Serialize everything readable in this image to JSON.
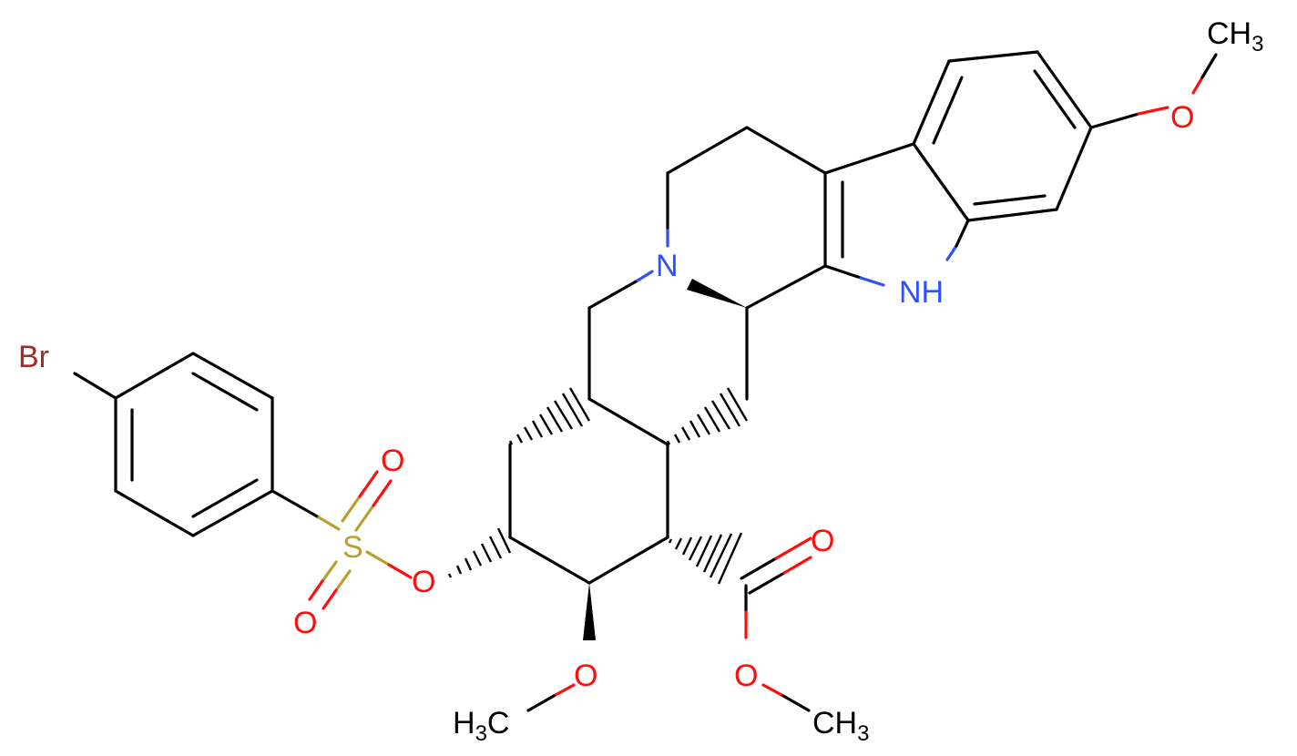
{
  "molecule": {
    "colors": {
      "bond": "#000000",
      "O": "#ff0d0d",
      "N": "#3050f8",
      "S": "#b8a030",
      "Br": "#a62929",
      "C": "#000000"
    },
    "labels": {
      "br": "Br",
      "s": "S",
      "o_sulfonyl_top": "O",
      "o_sulfonyl_bottom": "O",
      "o_ester_link": "O",
      "o_methoxy_ring": "O",
      "o_carbonyl": "O",
      "o_ester": "O",
      "o_aryl_methoxy": "O",
      "n_ring": "N",
      "nh": "NH",
      "ch3_aryl_main": "CH",
      "ch3_aryl_sub": "3",
      "h3c_left_main_h": "H",
      "h3c_left_sub": "3",
      "h3c_left_main_c": "C",
      "ch3_ester_main": "CH",
      "ch3_ester_sub": "3"
    }
  }
}
